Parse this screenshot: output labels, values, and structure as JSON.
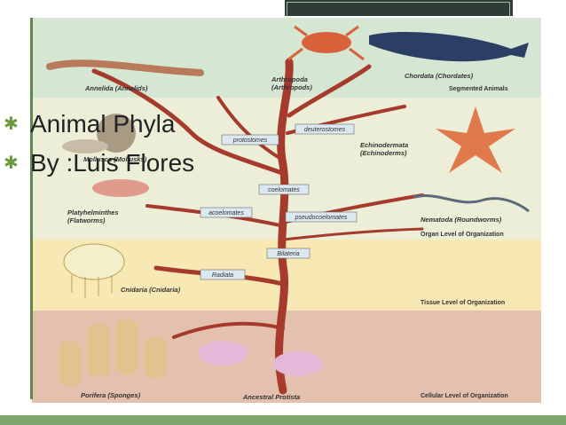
{
  "slide": {
    "bullets": [
      "Animal Phyla",
      "By :Luis Flores"
    ],
    "accent_color": "#6a9a3e"
  },
  "diagram": {
    "bands": [
      {
        "color": "#d9ead9"
      },
      {
        "color": "#eef0dc"
      },
      {
        "color": "#f9ecb9"
      },
      {
        "color": "#e6c6b3"
      }
    ],
    "organisms": {
      "annelida": "Annelida (Annelids)",
      "arthropoda": "Arthropoda\n(Arthropods)",
      "chordata": "Chordata (Chordates)",
      "segmented": "Segmented Animals",
      "mollusca": "Mollusca (Mollusks)",
      "echinodermata": "Echinodermata\n(Echinoderms)",
      "platyhelminthes": "Platyhelminthes\n(Flatworms)",
      "nematoda": "Nematoda (Roundworms)",
      "cnidaria": "Cnidaria (Cnidaria)",
      "porifera": "Porifera (Sponges)",
      "protista": "Ancestral Protista"
    },
    "levels": {
      "organ": "Organ Level of Organization",
      "tissue": "Tissue Level of Organization",
      "cellular": "Cellular Level of Organization"
    },
    "nodes": {
      "protostomes": "protostomes",
      "deuterostomes": "deuterostomes",
      "coelomates": "coelomates",
      "acoelomates": "acoelomates",
      "pseudocoelomates": "pseudocoelomates",
      "bilateria": "Bilateria",
      "radiata": "Radiata"
    }
  }
}
